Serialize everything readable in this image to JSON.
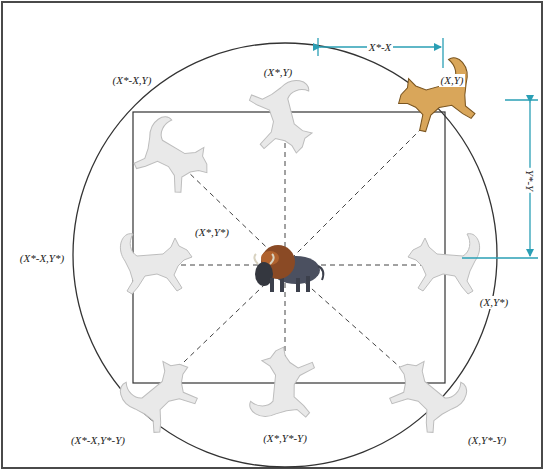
{
  "diagram": {
    "labels": [
      "X*-X",
      "(X*-X,Y)",
      "(X*,Y)",
      "(X,Y)",
      "Y*-Y",
      "(X*,Y*)",
      "(X*-X,Y*)",
      "(X,Y*)",
      "(X*-X,Y*-Y)",
      "(X*,Y*-Y)",
      "(X,Y*-Y)"
    ]
  }
}
